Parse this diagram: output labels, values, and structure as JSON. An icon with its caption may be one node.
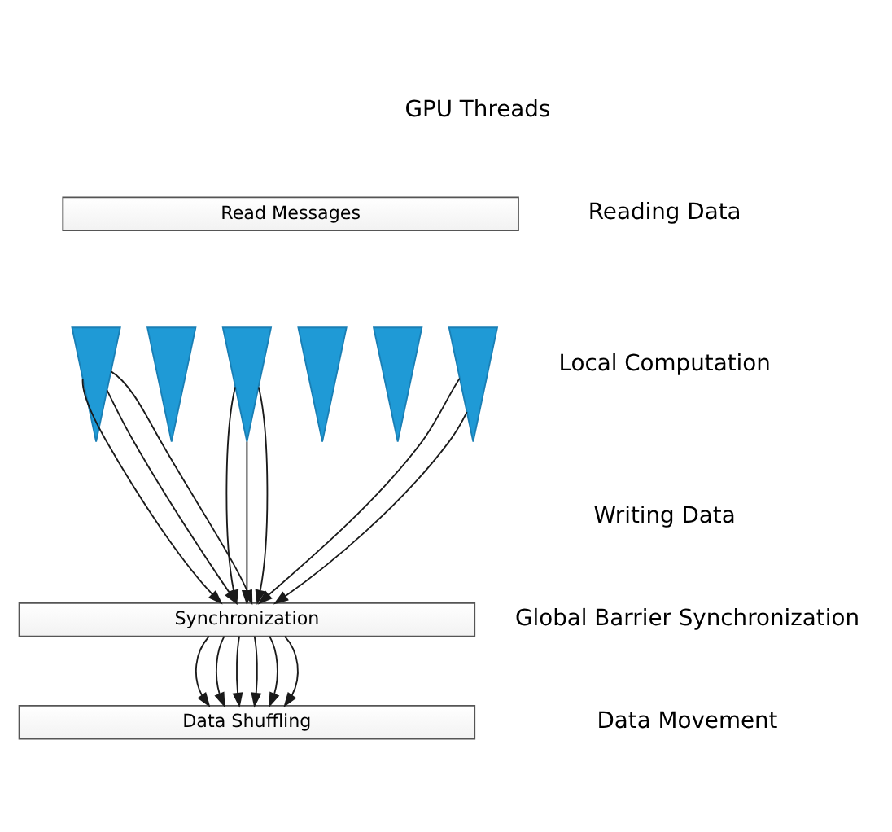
{
  "diagram": {
    "nodes": [
      {
        "text": [
          "Read Messages"
        ]
      },
      {
        "text": [],
        "shape": "arrow"
      },
      {
        "text": [],
        "shape": "arrow"
      },
      {
        "text": [],
        "shape": "arrow"
      },
      {
        "text": [],
        "shape": "arrow"
      },
      {
        "text": [],
        "shape": "arrow"
      },
      {
        "text": [],
        "shape": "arrow"
      },
      {
        "text": [
          "Synchronization"
        ]
      },
      {
        "text": [
          "Data Shuffling"
        ]
      }
    ],
    "edges": [
      {
        "from": 1,
        "to": 7,
        "arrow": "to"
      },
      {
        "from": 1,
        "to": 7,
        "arrow": "to"
      },
      {
        "from": 1,
        "to": 7,
        "arrow": "to"
      },
      {
        "from": 3,
        "to": 7,
        "arrow": "to"
      },
      {
        "from": 3,
        "to": 7,
        "arrow": "to"
      },
      {
        "from": 3,
        "to": 7,
        "arrow": "to"
      },
      {
        "from": 6,
        "to": 7,
        "arrow": "to"
      },
      {
        "from": 6,
        "to": 7,
        "arrow": "to"
      },
      {
        "from": 7,
        "to": 8,
        "arrow": "to"
      },
      {
        "from": 7,
        "to": 8,
        "arrow": "to"
      },
      {
        "from": 7,
        "to": 8,
        "arrow": "to"
      },
      {
        "from": 7,
        "to": 8,
        "arrow": "to"
      },
      {
        "from": 7,
        "to": 8,
        "arrow": "to"
      },
      {
        "from": 7,
        "to": 8,
        "arrow": "to"
      }
    ],
    "labels": [
      "GPU Threads",
      "Reading Data",
      "Local Computation",
      "Writing Data",
      "Global Barrier Synchronization",
      "Data Movement"
    ]
  }
}
